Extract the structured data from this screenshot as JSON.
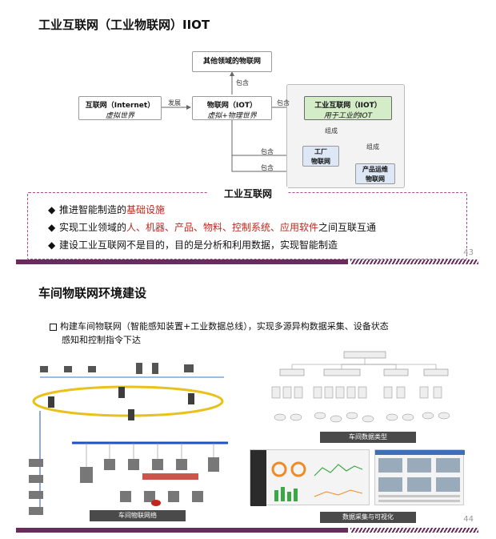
{
  "slide1": {
    "title": "工业互联网（工业物联网）IIOT",
    "page_num": "43",
    "diagram": {
      "top_box": "其他领域的物联网",
      "internet_title": "互联网（Internet）",
      "internet_sub": "虚拟世界",
      "iot_title": "物联网（IOT）",
      "iot_sub": "虚拟+物理世界",
      "iiot_title": "工业互联网（IIOT）",
      "iiot_sub": "用于工业的IOT",
      "factory_iot": "工厂\n物联网",
      "product_iot": "产品运维\n物联网",
      "label_develop": "发展",
      "label_include_top": "包含",
      "label_include_mid": "包含",
      "label_include_factory": "包含",
      "label_include_product": "包含",
      "label_compose_1": "组成",
      "label_compose_2": "组成"
    },
    "panel_title": "工业互联网",
    "bullet_glyph": "◆",
    "bullets": {
      "b1_pre": "推进智能制造的",
      "b1_red": "基础设施",
      "b2_pre": "实现工业领域的",
      "b2_red": "人、机器、产品、物料、控制系统、应用软件",
      "b2_post": "之间互联互通",
      "b3": "建设工业互联网不是目的，目的是分析和利用数据，实现智能制造"
    }
  },
  "slide2": {
    "title": "车间物联网环境建设",
    "page_num": "44",
    "bullet_line1": "构建车间物联网（智能感知装置+工业数据总线），实现多源异构数据采集、设备状态",
    "bullet_line2": "感知和控制指令下达",
    "captions": {
      "network": "车间物联网络",
      "data_types": "车间数据类型",
      "visualize": "数据采集与可视化"
    }
  },
  "colors": {
    "accent": "#6b2a5c",
    "red_text": "#c0281e",
    "iiot_fill": "#d5ecc8",
    "blue_box": "#dde7f5"
  }
}
